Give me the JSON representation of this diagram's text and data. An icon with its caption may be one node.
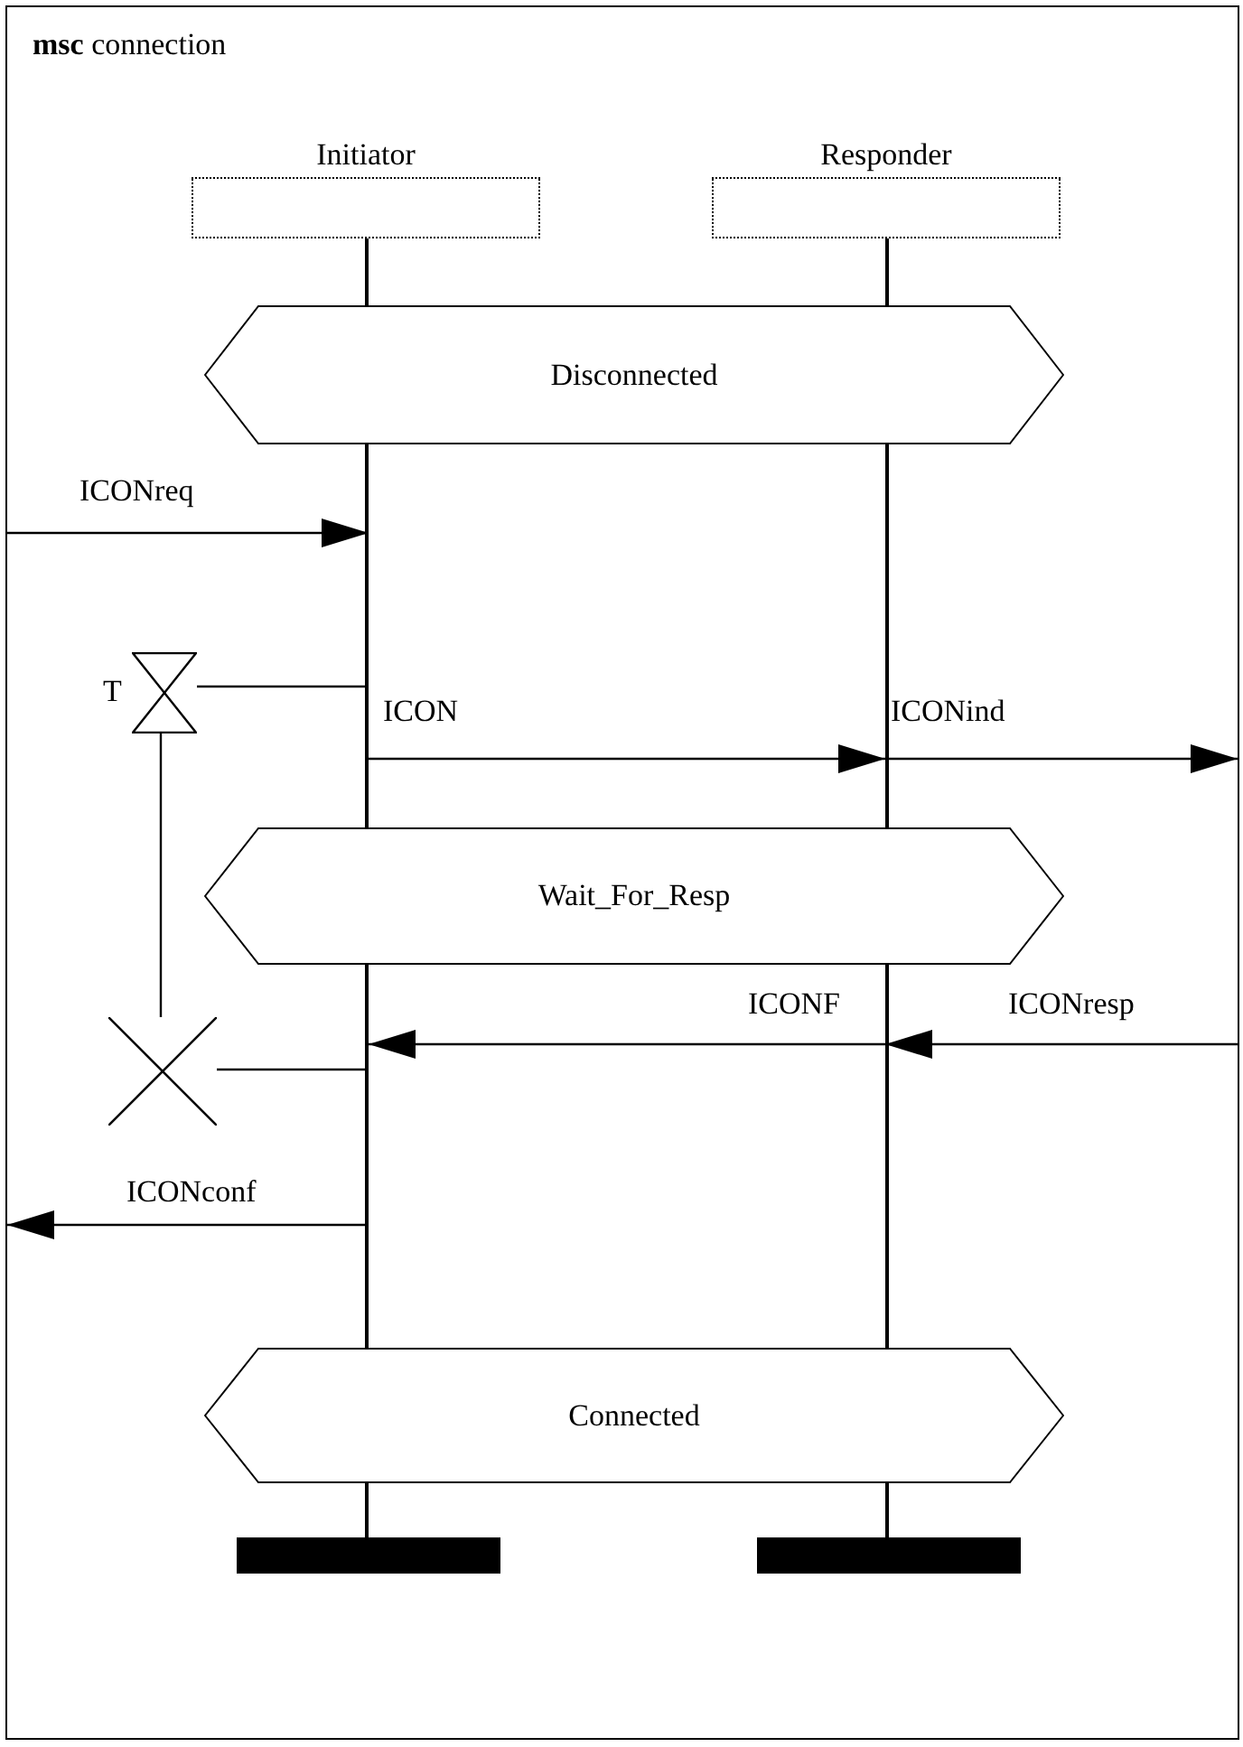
{
  "diagram": {
    "nodes": [
      {
        "text": [
          "**msc** connection"
        ]
      },
      {
        "text": [
          "Initiator"
        ],
        "in": 0
      },
      {
        "text": [
          "Responder"
        ],
        "in": 0
      },
      {
        "text": [],
        "shape": "line",
        "in": 0
      },
      {
        "text": [],
        "shape": "line",
        "in": 0
      },
      {
        "text": [
          "Disconnected"
        ],
        "in": 0
      },
      {
        "text": [
          "Wait_For_Resp"
        ],
        "in": 0
      },
      {
        "text": [
          "Connected"
        ],
        "in": 0
      },
      {
        "text": [],
        "shape": "bar",
        "in": 0
      },
      {
        "text": [],
        "shape": "bar",
        "in": 0
      },
      {
        "text": [],
        "shape": "hourglass",
        "beside": [
          "T"
        ],
        "in": 0
      },
      {
        "text": [],
        "shape": "cross",
        "in": 0
      }
    ],
    "edges": [
      {
        "from": 0,
        "to": 3,
        "arrow": "to",
        "label": "ICONreq"
      },
      {
        "from": 3,
        "to": 10,
        "arrow": "none"
      },
      {
        "from": 3,
        "to": 4,
        "arrow": "to",
        "label": "ICON"
      },
      {
        "from": 4,
        "to": 0,
        "arrow": "to",
        "label": "ICONind"
      },
      {
        "from": 10,
        "to": 11,
        "arrow": "none"
      },
      {
        "from": 0,
        "to": 4,
        "arrow": "to",
        "label": "ICONresp"
      },
      {
        "from": 4,
        "to": 3,
        "arrow": "to",
        "label": "ICONF"
      },
      {
        "from": 11,
        "to": 3,
        "arrow": "none"
      },
      {
        "from": 3,
        "to": 0,
        "arrow": "to",
        "label": "ICONconf"
      }
    ]
  }
}
